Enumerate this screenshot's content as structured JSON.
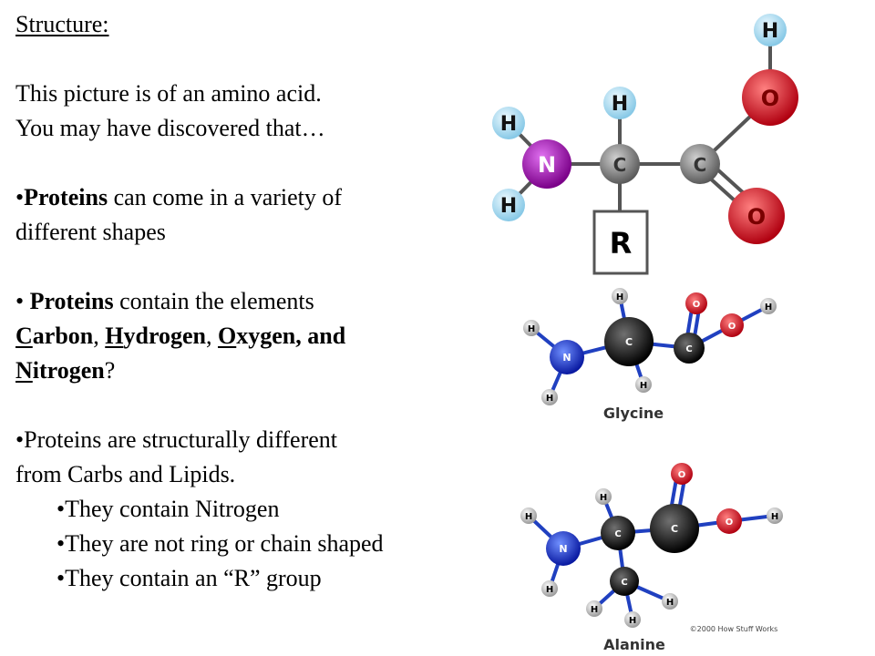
{
  "text": {
    "heading": "Structure:",
    "intro1": "This  picture is of an amino acid.",
    "intro2": "You may have discovered that…",
    "b1_bullet": "•",
    "b1_bold": "Proteins",
    "b1_rest": " can come in a variety of",
    "b1_line2": "different shapes",
    "b2_bullet": "• ",
    "b2_bold": "Proteins",
    "b2_rest": " contain the elements",
    "b2_c1": "C",
    "b2_c2": "arbon",
    "b2_sep1": ", ",
    "b2_h1": "H",
    "b2_h2": "ydrogen",
    "b2_sep2": ", ",
    "b2_o1": "O",
    "b2_o2": "xygen, and",
    "b2_n1": "N",
    "b2_n2": "itrogen",
    "b2_q": "?",
    "b3_line1": "•Proteins are structurally different",
    "b3_line2": "from Carbs and Lipids.",
    "sub1": "•They contain Nitrogen",
    "sub2": "•They are not ring or chain shaped",
    "sub3": "•They contain an “R” group"
  },
  "generic": {
    "atoms": {
      "h": "H",
      "n": "N",
      "c": "C",
      "o": "O",
      "r": "R"
    }
  },
  "glycine": {
    "label": "Glycine",
    "atoms": {
      "h": "H",
      "n": "N",
      "c": "C",
      "o": "O"
    }
  },
  "alanine": {
    "label": "Alanine",
    "atoms": {
      "h": "H",
      "n": "N",
      "c": "C",
      "o": "O"
    },
    "copyright": "©2000 How Stuff Works"
  },
  "colors": {
    "hydrogen": "#a8dcf2",
    "nitrogen": "#a010b0",
    "carbon": "#909090",
    "oxygen": "#e01820",
    "blue_n": "#1030d8",
    "black_c": "#1a1a1a"
  }
}
